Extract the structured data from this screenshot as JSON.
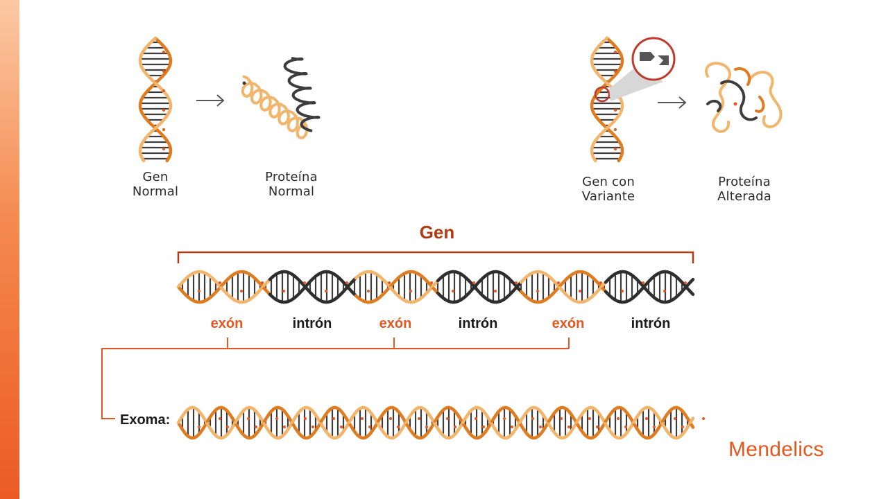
{
  "colors": {
    "accent": "#e4571f",
    "dark_accent": "#b03a12",
    "helix_orange": "#e07b1f",
    "helix_light": "#f2b56b",
    "helix_dark": "#3a3a3a"
  },
  "top": {
    "normal_gene_label": [
      "Gen",
      "Normal"
    ],
    "normal_protein_label": [
      "Proteína",
      "Normal"
    ],
    "variant_gene_label": [
      "Gen con",
      "Variante"
    ],
    "altered_protein_label": [
      "Proteína",
      "Alterada"
    ],
    "arrow_icon": "right-arrow-icon"
  },
  "gene": {
    "title": "Gen",
    "segments": [
      "exón",
      "intrón",
      "exón",
      "intrón",
      "exón",
      "intrón"
    ]
  },
  "exome": {
    "label": "Exoma:"
  },
  "brand": {
    "logo": "Mendelics"
  }
}
